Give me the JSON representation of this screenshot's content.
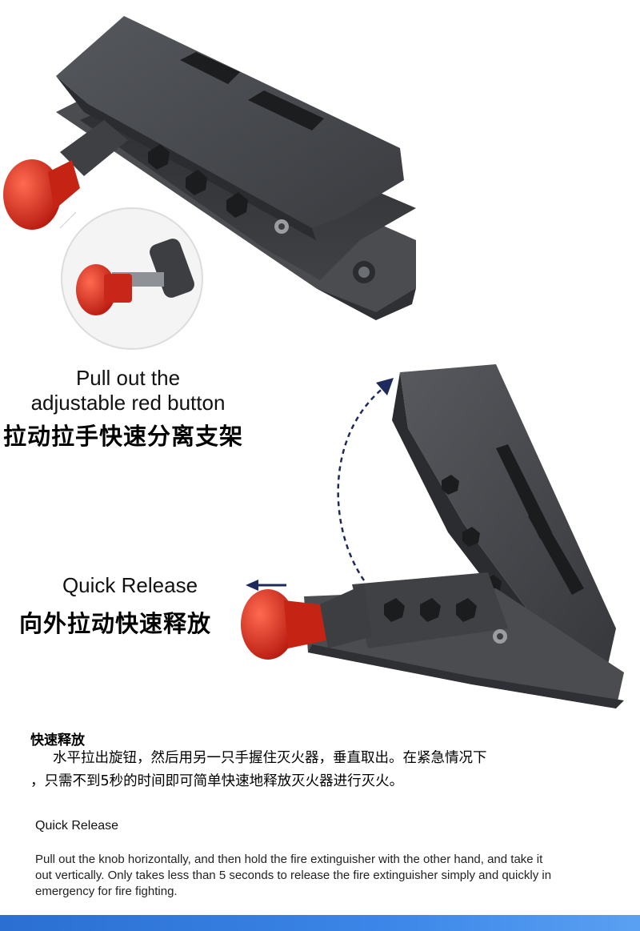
{
  "figure_top": {
    "caption_en_line1": "Pull out the",
    "caption_en_line2": "adjustable red button",
    "caption_zh": "拉动拉手快速分离支架"
  },
  "figure_bottom": {
    "caption_en": "Quick Release",
    "caption_zh": "向外拉动快速释放"
  },
  "section_zh": {
    "title": "快速释放",
    "line1": "水平拉出旋钮，然后用另一只手握住灭火器，垂直取出。在紧急情况下",
    "line2": "，只需不到5秒的时间即可简单快速地释放灭火器进行灭火。"
  },
  "section_en": {
    "title": "Quick Release",
    "line1": "Pull out the knob horizontally, and then hold the fire extinguisher with the other hand, and take it",
    "line2": "out vertically. Only takes less than 5 seconds to release the fire extinguisher simply and quickly in",
    "line3": "emergency for fire fighting."
  },
  "colors": {
    "bracket": "#3a3c40",
    "knob": "#d92a1c",
    "arrow": "#1f2a5c",
    "bar": "#2f76d6"
  }
}
